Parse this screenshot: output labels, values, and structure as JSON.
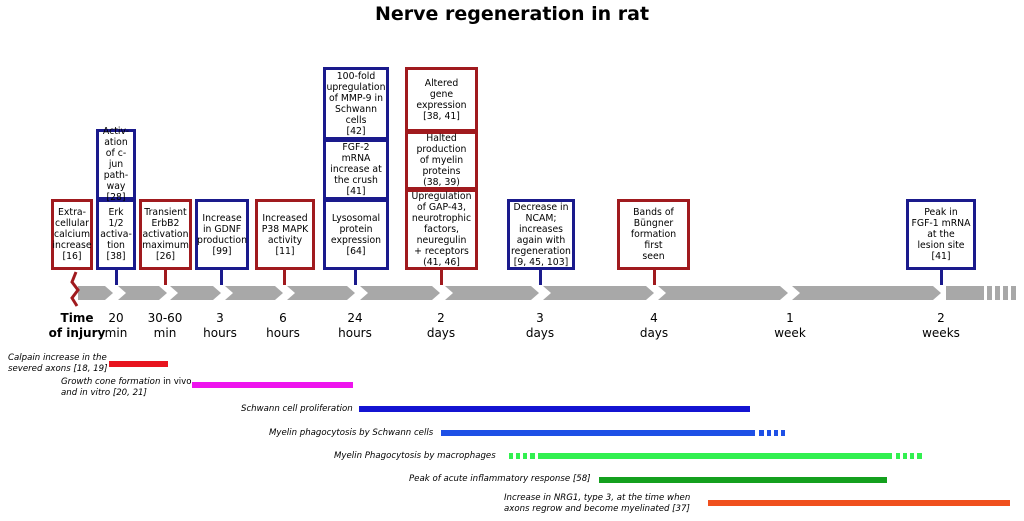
{
  "title": "Nerve regeneration in rat",
  "colors": {
    "event_red": "#a01a1e",
    "event_blue": "#1a1a8c",
    "arrow_gray": "#a8a8a8",
    "injury_mark": "#a01a1e"
  },
  "time_labels": [
    {
      "text": "Time\nof injury"
    },
    {
      "text": "20\nmin"
    },
    {
      "text": "30-60\nmin"
    },
    {
      "text": "3\nhours"
    },
    {
      "text": "6\nhours"
    },
    {
      "text": "24\nhours"
    },
    {
      "text": "2\ndays"
    },
    {
      "text": "3\ndays"
    },
    {
      "text": "4\ndays"
    },
    {
      "text": "1\nweek"
    },
    {
      "text": "2\nweeks"
    }
  ],
  "events": [
    {
      "text": "Extra-\ncellular\ncalcium\nincrease\n[16]",
      "color": "red"
    },
    {
      "text": "Erk 1/2\nactiva-\ntion\n[38]",
      "color": "blue"
    },
    {
      "text": "Activ-\nation\nof c-jun\npath-\nway\n[28]",
      "color": "blue"
    },
    {
      "text": "Transient\nErbB2\nactivation\nmaximum\n[26]",
      "color": "red"
    },
    {
      "text": "Increase\nin GDNF\nproduction\n[99]",
      "color": "blue"
    },
    {
      "text": "Increased\nP38 MAPK\nactivity\n[11]",
      "color": "red"
    },
    {
      "text": "Lysosomal\nprotein\nexpression\n[64]",
      "color": "blue"
    },
    {
      "text": "FGF-2 mRNA\nincrease at\nthe crush\n[41]",
      "color": "blue"
    },
    {
      "text": "100-fold\nupregulation\nof MMP-9 in\nSchwann\ncells\n[42]",
      "color": "blue"
    },
    {
      "text": "Upregulation\nof GAP-43,\nneurotrophic\nfactors,\nneuregulin\n+ receptors\n(41, 46]",
      "color": "red"
    },
    {
      "text": "Halted\nproduction\nof myelin\nproteins\n(38, 39)",
      "color": "red"
    },
    {
      "text": "Altered\ngene\nexpression\n[38, 41]",
      "color": "red"
    },
    {
      "text": "Decrease in\nNCAM;\nincreases\nagain with\nregeneration\n[9, 45, 103]",
      "color": "blue"
    },
    {
      "text": "Bands of\nBüngner\nformation\nfirst\nseen",
      "color": "red"
    },
    {
      "text": "Peak in\nFGF-1 mRNA\nat the\nlesion site\n[41]",
      "color": "blue"
    }
  ],
  "processes": [
    {
      "label": "Calpain increase in the\nsevered axons [18, 19]",
      "color": "#e8141e"
    },
    {
      "label_html_parts": [
        "Growth cone formation",
        " in vivo\n",
        "and in vitro",
        " [20, 21]"
      ],
      "label": "Growth cone formation in vivo\nand in vitro [20, 21]",
      "color": "#ee14ee"
    },
    {
      "label": "Schwann cell proliferation",
      "color": "#1414d2"
    },
    {
      "label": "Myelin phagocytosis by Schwann cells",
      "color": "#1e50e6"
    },
    {
      "label": "Myelin Phagocytosis by macrophages",
      "color": "#32f050"
    },
    {
      "label": "Peak of acute inflammatory response [58]",
      "color": "#14a01e"
    },
    {
      "label": "Increase in NRG1, type 3, at the time when\naxons regrow and become myelinated [37]",
      "color": "#f0501e"
    }
  ]
}
